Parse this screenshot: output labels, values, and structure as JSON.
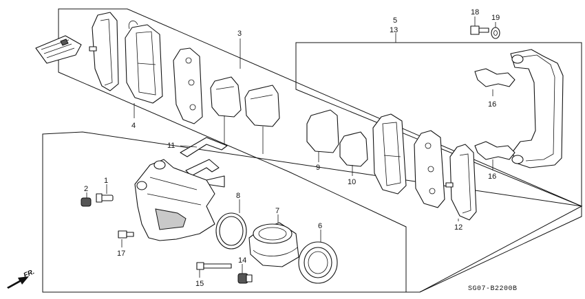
{
  "diagram_code": "SG07-B2200B",
  "direction_label": "FR.",
  "callouts": {
    "c1": "1",
    "c2": "2",
    "c3": "3",
    "c4": "4",
    "c5": "5",
    "c6": "6",
    "c7": "7",
    "c8": "8",
    "c9": "9",
    "c10": "10",
    "c11": "11",
    "c12": "12",
    "c13": "13",
    "c14": "14",
    "c15": "15",
    "c16a": "16",
    "c16b": "16",
    "c17": "17",
    "c18": "18",
    "c19": "19"
  }
}
